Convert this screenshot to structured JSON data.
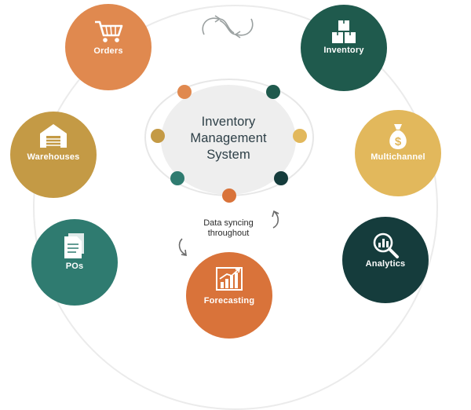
{
  "center": {
    "lines": [
      "Inventory",
      "Management",
      "System"
    ]
  },
  "caption": {
    "lines": [
      "Data syncing",
      "throughout"
    ]
  },
  "nodes": [
    {
      "label": "Orders",
      "icon": "shopping-cart-icon",
      "color": "#e0894f"
    },
    {
      "label": "Inventory",
      "icon": "boxes-icon",
      "color": "#1f5a4d"
    },
    {
      "label": "Multichannel",
      "icon": "money-bag-icon",
      "color": "#e2b85c"
    },
    {
      "label": "Analytics",
      "icon": "magnify-chart-icon",
      "color": "#153c3c"
    },
    {
      "label": "Forecasting",
      "icon": "bar-chart-icon",
      "color": "#d9733a"
    },
    {
      "label": "POs",
      "icon": "document-icon",
      "color": "#2f7b70"
    },
    {
      "label": "Warehouses",
      "icon": "warehouse-icon",
      "color": "#c49a45"
    }
  ],
  "dot_colors": {
    "top_left": "#e0894f",
    "top_right": "#1f5a4d",
    "mid_left": "#c49a45",
    "mid_right": "#e2b85c",
    "bottom_left": "#2f7b70",
    "bottom_right": "#153c3c",
    "bottom": "#d9733a"
  },
  "accent": {
    "ring": "#ebebeb",
    "text": "#2d3f47",
    "arrow": "#6b6b6b"
  }
}
